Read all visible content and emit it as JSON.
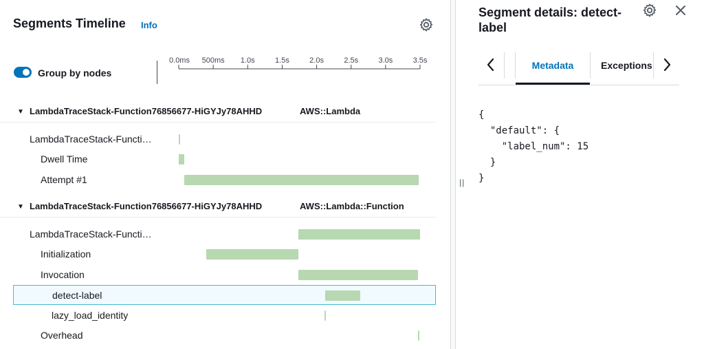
{
  "timeline": {
    "title": "Segments Timeline",
    "info_link": "Info",
    "group_by_label": "Group by nodes",
    "group_by_enabled": true,
    "axis_ticks": [
      "0.0ms",
      "500ms",
      "1.0s",
      "1.5s",
      "2.0s",
      "2.5s",
      "3.0s",
      "3.5s"
    ],
    "axis_max_seconds": 3.5,
    "bar_color": "#b7d8b0",
    "groups": [
      {
        "name": "LambdaTraceStack-Function76856677-HiGYJy78AHHD",
        "type": "AWS::Lambda",
        "rows": [
          {
            "label": "LambdaTraceStack-Functi…",
            "indent": 0,
            "start_s": 0.0,
            "duration_s": 0.01
          },
          {
            "label": "Dwell Time",
            "indent": 1,
            "start_s": 0.0,
            "duration_s": 0.08
          },
          {
            "label": "Attempt #1",
            "indent": 1,
            "start_s": 0.08,
            "duration_s": 3.4
          }
        ]
      },
      {
        "name": "LambdaTraceStack-Function76856677-HiGYJy78AHHD",
        "type": "AWS::Lambda::Function",
        "rows": [
          {
            "label": "LambdaTraceStack-Functi…",
            "indent": 0,
            "start_s": 1.74,
            "duration_s": 1.76
          },
          {
            "label": "Initialization",
            "indent": 1,
            "start_s": 0.4,
            "duration_s": 1.34
          },
          {
            "label": "Invocation",
            "indent": 1,
            "start_s": 1.74,
            "duration_s": 1.73
          },
          {
            "label": "detect-label",
            "indent": 2,
            "start_s": 2.11,
            "duration_s": 0.51,
            "selected": true
          },
          {
            "label": "lazy_load_identity",
            "indent": 2,
            "start_s": 2.11,
            "duration_s": 0.02
          },
          {
            "label": "Overhead",
            "indent": 1,
            "start_s": 3.47,
            "duration_s": 0.02
          }
        ]
      }
    ]
  },
  "details": {
    "title": "Segment details: detect-label",
    "tabs": [
      {
        "label": "Metadata",
        "active": true
      },
      {
        "label": "Exceptions",
        "active": false
      }
    ],
    "json_text": "{\n  \"default\": {\n    \"label_num\": 15\n  }\n}"
  }
}
